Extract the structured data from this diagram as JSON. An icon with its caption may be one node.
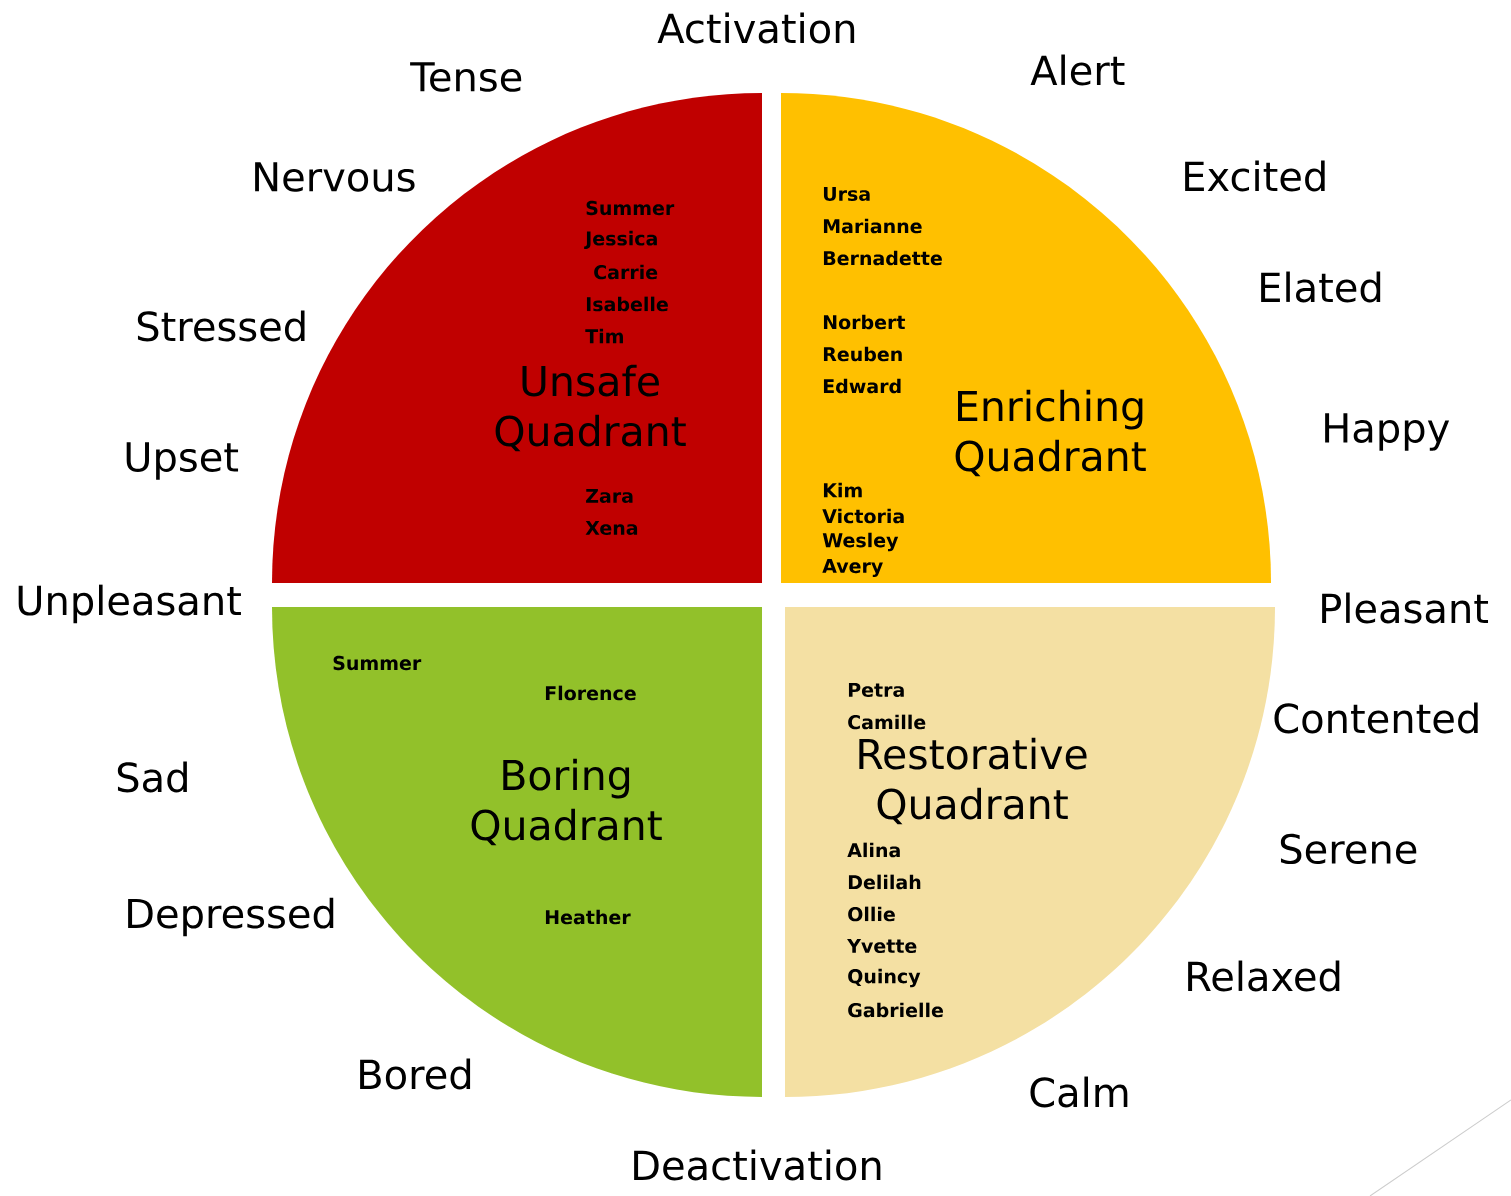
{
  "diagram": {
    "nodes": [
      {
        "text": [
          "Summer",
          "Jessica",
          "Carrie",
          "Isabelle",
          "Tim",
          "Unsafe Quadrant",
          "Zara",
          "Xena"
        ]
      },
      {
        "text": [
          "Ursa",
          "Marianne",
          "Bernadette",
          "Norbert",
          "Reuben",
          "Edward",
          "Enriching Quadrant",
          "Kim",
          "Victoria",
          "Wesley",
          "Avery"
        ]
      },
      {
        "text": [
          "Summer",
          "Florence",
          "Boring Quadrant",
          "Heather"
        ]
      },
      {
        "text": [
          "Petra",
          "Camille",
          "Restorative Quadrant",
          "Alina",
          "Delilah",
          "Ollie",
          "Yvette",
          "Quincy",
          "Gabrielle"
        ]
      }
    ],
    "labels": [
      "Activation",
      "Tense",
      "Alert",
      "Nervous",
      "Excited",
      "Elated",
      "Stressed",
      "Happy",
      "Upset",
      "Unpleasant",
      "Pleasant",
      "Contented",
      "Sad",
      "Serene",
      "Depressed",
      "Relaxed",
      "Bored",
      "Calm",
      "Deactivation"
    ]
  }
}
